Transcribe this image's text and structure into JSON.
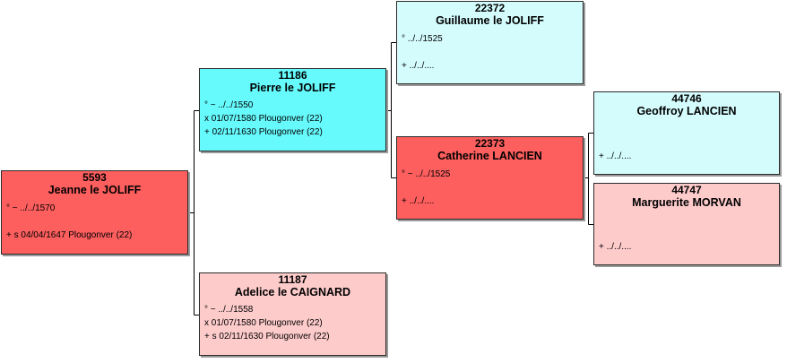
{
  "colors": {
    "root": "#fd5e5e",
    "father": "#66fafd",
    "mother": "#fecbcb",
    "paternal_grandfather": "#d4fcfd",
    "paternal_grandmother": "#fd5e5e",
    "maternal_great_grandfather": "#d4fcfd",
    "maternal_great_grandmother": "#fecbcb",
    "line": "#000000"
  },
  "people": {
    "p5593": {
      "sosa": "5593",
      "name": "Jeanne le JOLIFF",
      "birth": "° ~ ../../1570",
      "death": "+ s 04/04/1647 Plougonver (22)"
    },
    "p11186": {
      "sosa": "11186",
      "name": "Pierre le JOLIFF",
      "birth": "° ~ ../../1550",
      "marriage": "x 01/07/1580 Plougonver (22)",
      "death": "+ 02/11/1630 Plougonver (22)"
    },
    "p11187": {
      "sosa": "11187",
      "name": "Adelice le CAIGNARD",
      "birth": "° ~ ../../1558",
      "marriage": "x 01/07/1580 Plougonver (22)",
      "death": "+ s 02/11/1630 Plougonver (22)"
    },
    "p22372": {
      "sosa": "22372",
      "name": "Guillaume le JOLIFF",
      "birth": "° ../../1525",
      "death": "+ ../../...."
    },
    "p22373": {
      "sosa": "22373",
      "name": "Catherine LANCIEN",
      "birth": "° ~ ../../1525",
      "death": "+ ../../...."
    },
    "p44746": {
      "sosa": "44746",
      "name": "Geoffroy LANCIEN",
      "death": "+ ../../...."
    },
    "p44747": {
      "sosa": "44747",
      "name": "Marguerite MORVAN",
      "death": "+ ../../...."
    }
  }
}
